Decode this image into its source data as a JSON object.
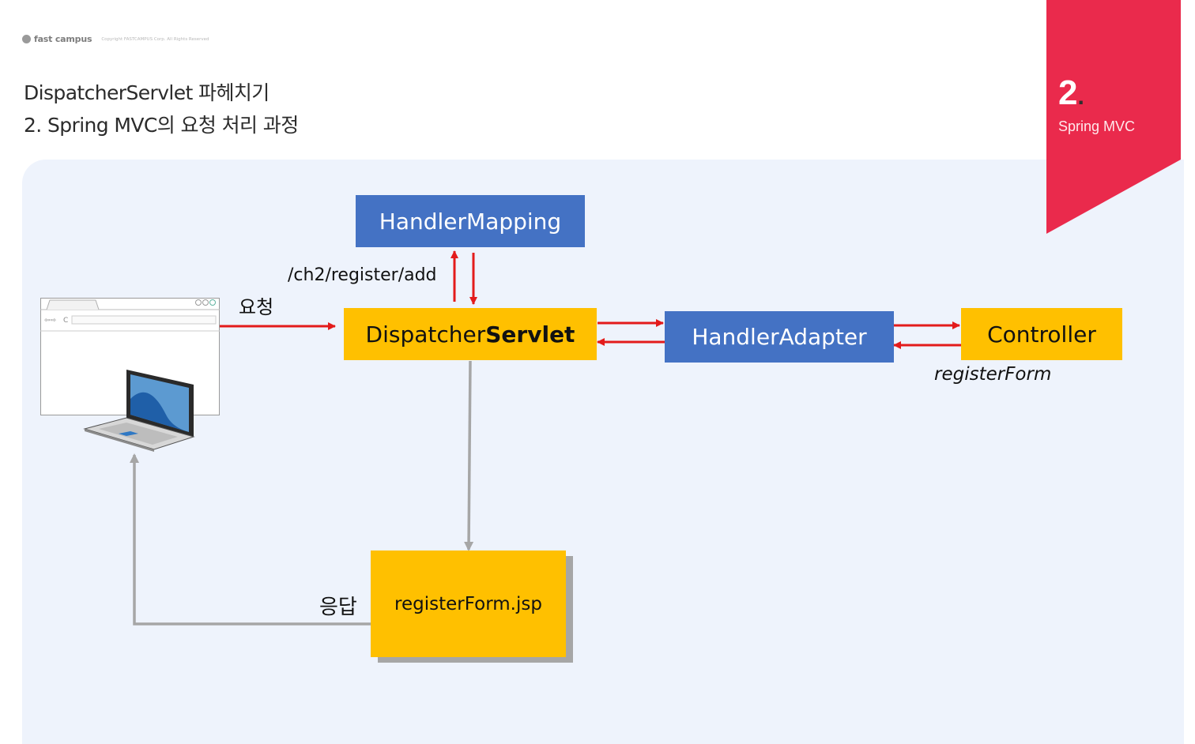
{
  "header": {
    "brand": "fast campus",
    "copyright": "Copyright FASTCAMPUS Corp. All Rights Reserved",
    "title_line1": "DispatcherServlet 파헤치기",
    "title_line2": "2. Spring MVC의 요청 처리 과정"
  },
  "section": {
    "number": "2",
    "dot": ".",
    "name": "Spring MVC",
    "color": "#ea2a4c"
  },
  "diagram": {
    "handler_mapping": "HandlerMapping",
    "dispatcher_prefix": "Dispatcher",
    "dispatcher_bold": "Servlet",
    "handler_adapter": "HandlerAdapter",
    "controller": "Controller",
    "jsp": "registerForm.jsp",
    "path_label": "/ch2/register/add",
    "request_label": "요청",
    "response_label": "응답",
    "method_label": "registerForm"
  },
  "colors": {
    "box_blue": "#4472c4",
    "box_yellow": "#ffc000",
    "arrow_red": "#e31b1b",
    "arrow_gray": "#a6a6a6",
    "panel": "#eef3fc"
  }
}
